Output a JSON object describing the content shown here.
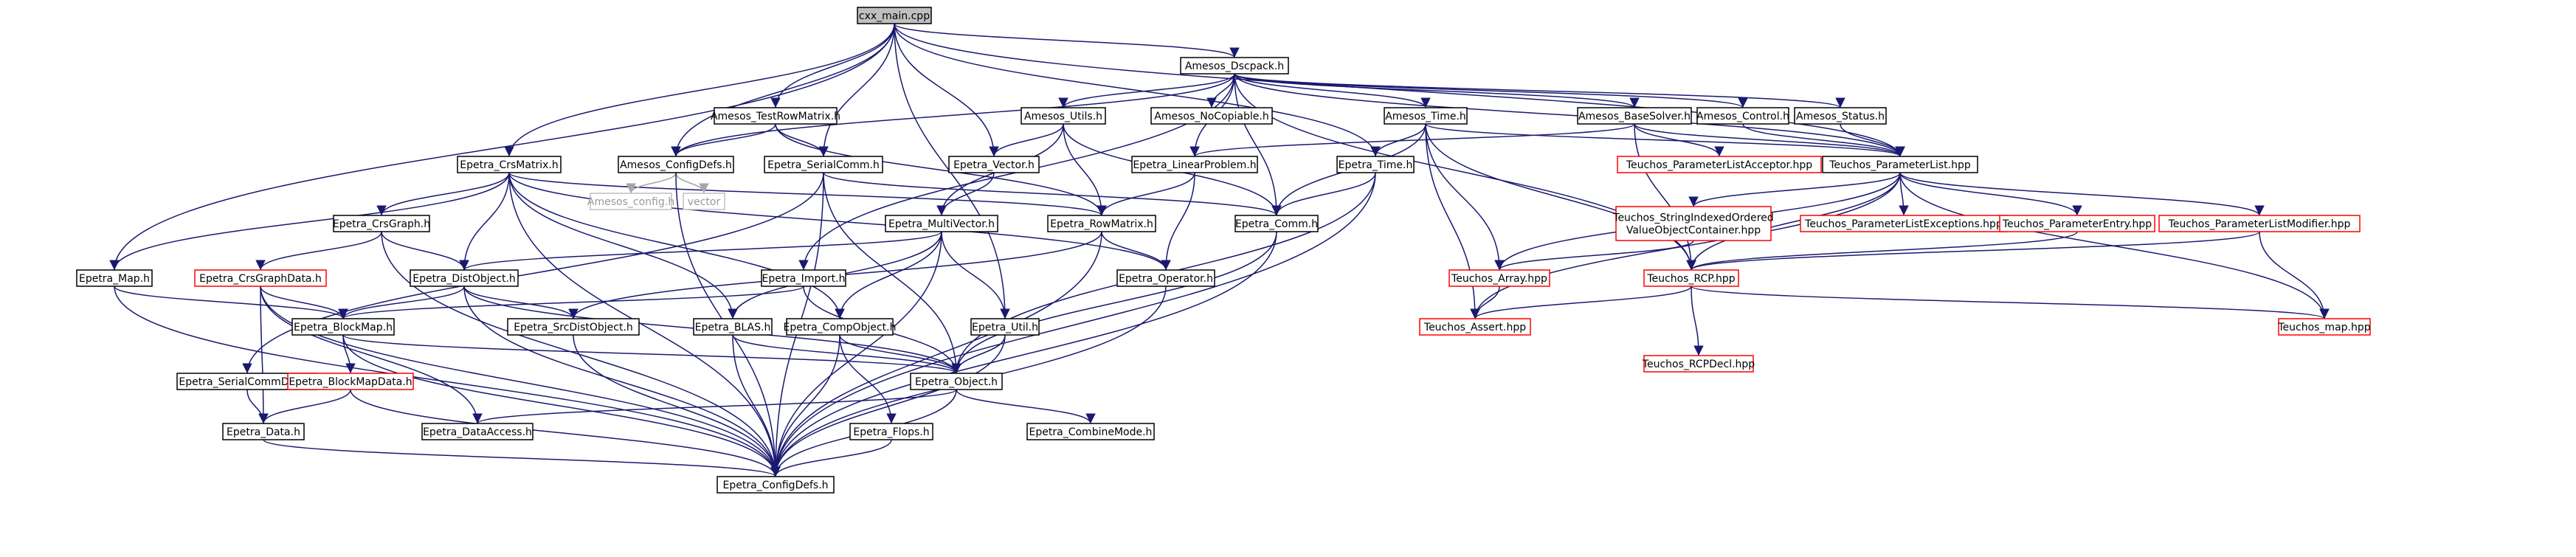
{
  "colors": {
    "edge": "#191970",
    "edge_light": "#a6a6a6",
    "border_black": "#000000",
    "border_red": "#ff0000",
    "border_gray": "#c0c0c0",
    "root_fill": "#bfbfbf",
    "fill": "#ffffff",
    "text": "#000000",
    "text_gray": "#999999"
  },
  "nodes": [
    {
      "id": "cxx_main",
      "label": "cxx_main.cpp",
      "style": "root"
    },
    {
      "id": "amesos_dscpack",
      "label": "Amesos_Dscpack.h",
      "style": "black"
    },
    {
      "id": "amesos_testrowmatrix",
      "label": "Amesos_TestRowMatrix.h",
      "style": "black"
    },
    {
      "id": "amesos_utils",
      "label": "Amesos_Utils.h",
      "style": "black"
    },
    {
      "id": "amesos_nocopiable",
      "label": "Amesos_NoCopiable.h",
      "style": "black"
    },
    {
      "id": "amesos_time",
      "label": "Amesos_Time.h",
      "style": "black"
    },
    {
      "id": "amesos_basesolver",
      "label": "Amesos_BaseSolver.h",
      "style": "black"
    },
    {
      "id": "amesos_control",
      "label": "Amesos_Control.h",
      "style": "black"
    },
    {
      "id": "amesos_status",
      "label": "Amesos_Status.h",
      "style": "black"
    },
    {
      "id": "epetra_crsmatrix",
      "label": "Epetra_CrsMatrix.h",
      "style": "black"
    },
    {
      "id": "amesos_configdefs",
      "label": "Amesos_ConfigDefs.h",
      "style": "black"
    },
    {
      "id": "epetra_serialcomm",
      "label": "Epetra_SerialComm.h",
      "style": "black"
    },
    {
      "id": "epetra_vector",
      "label": "Epetra_Vector.h",
      "style": "black"
    },
    {
      "id": "epetra_linearproblem",
      "label": "Epetra_LinearProblem.h",
      "style": "black"
    },
    {
      "id": "epetra_time",
      "label": "Epetra_Time.h",
      "style": "black"
    },
    {
      "id": "teuchos_parameterlistacceptor",
      "label": "Teuchos_ParameterListAcceptor.hpp",
      "style": "red"
    },
    {
      "id": "teuchos_parameterlist",
      "label": "Teuchos_ParameterList.hpp",
      "style": "black"
    },
    {
      "id": "amesos_config",
      "label": "Amesos_config.h",
      "style": "gray"
    },
    {
      "id": "vector",
      "label": "vector",
      "style": "gray"
    },
    {
      "id": "epetra_crsgraph",
      "label": "Epetra_CrsGraph.h",
      "style": "black"
    },
    {
      "id": "epetra_multivector",
      "label": "Epetra_MultiVector.h",
      "style": "black"
    },
    {
      "id": "epetra_rowmatrix",
      "label": "Epetra_RowMatrix.h",
      "style": "black"
    },
    {
      "id": "epetra_comm",
      "label": "Epetra_Comm.h",
      "style": "black"
    },
    {
      "id": "teuchos_stringindexed",
      "label": "Teuchos_StringIndexedOrdered\nValueObjectContainer.hpp",
      "style": "red"
    },
    {
      "id": "teuchos_parameterlistexceptions",
      "label": "Teuchos_ParameterListExceptions.hpp",
      "style": "red"
    },
    {
      "id": "teuchos_parameterentry",
      "label": "Teuchos_ParameterEntry.hpp",
      "style": "red"
    },
    {
      "id": "teuchos_parameterlistmodifier",
      "label": "Teuchos_ParameterListModifier.hpp",
      "style": "red"
    },
    {
      "id": "epetra_map",
      "label": "Epetra_Map.h",
      "style": "black"
    },
    {
      "id": "epetra_crsgraphdata",
      "label": "Epetra_CrsGraphData.h",
      "style": "red"
    },
    {
      "id": "epetra_distobject",
      "label": "Epetra_DistObject.h",
      "style": "black"
    },
    {
      "id": "epetra_import",
      "label": "Epetra_Import.h",
      "style": "black"
    },
    {
      "id": "epetra_operator",
      "label": "Epetra_Operator.h",
      "style": "black"
    },
    {
      "id": "teuchos_array",
      "label": "Teuchos_Array.hpp",
      "style": "red"
    },
    {
      "id": "teuchos_rcp",
      "label": "Teuchos_RCP.hpp",
      "style": "red"
    },
    {
      "id": "epetra_blockmap",
      "label": "Epetra_BlockMap.h",
      "style": "black"
    },
    {
      "id": "epetra_srcdistobject",
      "label": "Epetra_SrcDistObject.h",
      "style": "black"
    },
    {
      "id": "epetra_blas",
      "label": "Epetra_BLAS.h",
      "style": "black"
    },
    {
      "id": "epetra_compobject",
      "label": "Epetra_CompObject.h",
      "style": "black"
    },
    {
      "id": "epetra_util",
      "label": "Epetra_Util.h",
      "style": "black"
    },
    {
      "id": "teuchos_assert",
      "label": "Teuchos_Assert.hpp",
      "style": "red"
    },
    {
      "id": "teuchos_rcpdecl",
      "label": "Teuchos_RCPDecl.hpp",
      "style": "red"
    },
    {
      "id": "teuchos_map",
      "label": "Teuchos_map.hpp",
      "style": "red"
    },
    {
      "id": "epetra_serialcommdata",
      "label": "Epetra_SerialCommData.h",
      "style": "black"
    },
    {
      "id": "epetra_blockmapdata",
      "label": "Epetra_BlockMapData.h",
      "style": "red"
    },
    {
      "id": "epetra_object",
      "label": "Epetra_Object.h",
      "style": "black"
    },
    {
      "id": "epetra_data",
      "label": "Epetra_Data.h",
      "style": "black"
    },
    {
      "id": "epetra_dataaccess",
      "label": "Epetra_DataAccess.h",
      "style": "black"
    },
    {
      "id": "epetra_flops",
      "label": "Epetra_Flops.h",
      "style": "black"
    },
    {
      "id": "epetra_combinemode",
      "label": "Epetra_CombineMode.h",
      "style": "black"
    },
    {
      "id": "epetra_configdefs",
      "label": "Epetra_ConfigDefs.h",
      "style": "black"
    }
  ],
  "edges": [
    [
      "cxx_main",
      "amesos_dscpack"
    ],
    [
      "cxx_main",
      "epetra_crsmatrix"
    ],
    [
      "cxx_main",
      "amesos_configdefs"
    ],
    [
      "cxx_main",
      "amesos_testrowmatrix"
    ],
    [
      "cxx_main",
      "epetra_serialcomm"
    ],
    [
      "cxx_main",
      "epetra_vector"
    ],
    [
      "cxx_main",
      "epetra_map"
    ],
    [
      "cxx_main",
      "epetra_time"
    ],
    [
      "cxx_main",
      "epetra_util"
    ],
    [
      "cxx_main",
      "teuchos_parameterlist"
    ],
    [
      "amesos_dscpack",
      "amesos_utils"
    ],
    [
      "amesos_dscpack",
      "amesos_nocopiable"
    ],
    [
      "amesos_dscpack",
      "amesos_time"
    ],
    [
      "amesos_dscpack",
      "amesos_basesolver"
    ],
    [
      "amesos_dscpack",
      "amesos_control"
    ],
    [
      "amesos_dscpack",
      "amesos_status"
    ],
    [
      "amesos_dscpack",
      "amesos_configdefs"
    ],
    [
      "amesos_dscpack",
      "epetra_linearproblem"
    ],
    [
      "amesos_dscpack",
      "epetra_comm"
    ],
    [
      "amesos_dscpack",
      "epetra_import"
    ],
    [
      "amesos_dscpack",
      "teuchos_rcp"
    ],
    [
      "amesos_dscpack",
      "teuchos_parameterlist"
    ],
    [
      "amesos_testrowmatrix",
      "amesos_configdefs"
    ],
    [
      "amesos_testrowmatrix",
      "epetra_serialcomm"
    ],
    [
      "amesos_testrowmatrix",
      "epetra_rowmatrix"
    ],
    [
      "amesos_utils",
      "epetra_vector"
    ],
    [
      "amesos_utils",
      "epetra_rowmatrix"
    ],
    [
      "amesos_utils",
      "epetra_comm"
    ],
    [
      "amesos_utils",
      "epetra_multivector"
    ],
    [
      "amesos_time",
      "epetra_time"
    ],
    [
      "amesos_time",
      "epetra_comm"
    ],
    [
      "amesos_time",
      "teuchos_rcp"
    ],
    [
      "amesos_time",
      "teuchos_array"
    ],
    [
      "amesos_time",
      "teuchos_assert"
    ],
    [
      "amesos_time",
      "teuchos_parameterlist"
    ],
    [
      "amesos_basesolver",
      "teuchos_parameterlist"
    ],
    [
      "amesos_basesolver",
      "teuchos_parameterlistacceptor"
    ],
    [
      "amesos_basesolver",
      "epetra_linearproblem"
    ],
    [
      "amesos_basesolver",
      "teuchos_rcp"
    ],
    [
      "amesos_control",
      "teuchos_parameterlist"
    ],
    [
      "amesos_status",
      "teuchos_parameterlist"
    ],
    [
      "epetra_crsmatrix",
      "epetra_crsgraph"
    ],
    [
      "epetra_crsmatrix",
      "epetra_map"
    ],
    [
      "epetra_crsmatrix",
      "epetra_distobject"
    ],
    [
      "epetra_crsmatrix",
      "epetra_rowmatrix"
    ],
    [
      "epetra_crsmatrix",
      "epetra_operator"
    ],
    [
      "epetra_crsmatrix",
      "epetra_compobject"
    ],
    [
      "epetra_crsmatrix",
      "epetra_blas"
    ],
    [
      "epetra_crsmatrix",
      "epetra_configdefs"
    ],
    [
      "amesos_configdefs",
      "amesos_config"
    ],
    [
      "amesos_configdefs",
      "vector"
    ],
    [
      "amesos_configdefs",
      "epetra_configdefs"
    ],
    [
      "epetra_serialcomm",
      "epetra_object"
    ],
    [
      "epetra_serialcomm",
      "epetra_comm"
    ],
    [
      "epetra_serialcomm",
      "epetra_serialcommdata"
    ],
    [
      "epetra_serialcomm",
      "epetra_configdefs"
    ],
    [
      "epetra_vector",
      "epetra_multivector"
    ],
    [
      "epetra_linearproblem",
      "epetra_rowmatrix"
    ],
    [
      "epetra_linearproblem",
      "epetra_operator"
    ],
    [
      "epetra_time",
      "epetra_object"
    ],
    [
      "epetra_time",
      "epetra_comm"
    ],
    [
      "epetra_time",
      "epetra_configdefs"
    ],
    [
      "teuchos_parameterlist",
      "teuchos_parameterlistexceptions"
    ],
    [
      "teuchos_parameterlist",
      "teuchos_parameterentry"
    ],
    [
      "teuchos_parameterlist",
      "teuchos_parameterlistmodifier"
    ],
    [
      "teuchos_parameterlist",
      "teuchos_stringindexed"
    ],
    [
      "teuchos_parameterlist",
      "teuchos_array"
    ],
    [
      "teuchos_parameterlist",
      "teuchos_rcp"
    ],
    [
      "teuchos_parameterlist",
      "teuchos_map"
    ],
    [
      "teuchos_parameterlist",
      "teuchos_assert"
    ],
    [
      "epetra_crsgraph",
      "epetra_distobject"
    ],
    [
      "epetra_crsgraph",
      "epetra_crsgraphdata"
    ],
    [
      "epetra_crsgraph",
      "epetra_configdefs"
    ],
    [
      "epetra_multivector",
      "epetra_distobject"
    ],
    [
      "epetra_multivector",
      "epetra_compobject"
    ],
    [
      "epetra_multivector",
      "epetra_blas"
    ],
    [
      "epetra_multivector",
      "epetra_util"
    ],
    [
      "epetra_multivector",
      "epetra_configdefs"
    ],
    [
      "epetra_rowmatrix",
      "epetra_operator"
    ],
    [
      "epetra_rowmatrix",
      "epetra_srcdistobject"
    ],
    [
      "epetra_rowmatrix",
      "epetra_configdefs"
    ],
    [
      "epetra_comm",
      "epetra_object"
    ],
    [
      "epetra_comm",
      "epetra_configdefs"
    ],
    [
      "teuchos_stringindexed",
      "teuchos_array"
    ],
    [
      "teuchos_parameterentry",
      "teuchos_rcp"
    ],
    [
      "teuchos_parameterlistmodifier",
      "teuchos_rcp"
    ],
    [
      "teuchos_parameterlistmodifier",
      "teuchos_map"
    ],
    [
      "epetra_map",
      "epetra_blockmap"
    ],
    [
      "epetra_map",
      "epetra_configdefs"
    ],
    [
      "epetra_crsgraphdata",
      "epetra_blockmap"
    ],
    [
      "epetra_crsgraphdata",
      "epetra_data"
    ],
    [
      "epetra_crsgraphdata",
      "epetra_dataaccess"
    ],
    [
      "epetra_crsgraphdata",
      "epetra_configdefs"
    ],
    [
      "epetra_distobject",
      "epetra_blockmap"
    ],
    [
      "epetra_distobject",
      "epetra_srcdistobject"
    ],
    [
      "epetra_distobject",
      "epetra_object"
    ],
    [
      "epetra_distobject",
      "epetra_configdefs"
    ],
    [
      "epetra_import",
      "epetra_blockmap"
    ],
    [
      "epetra_import",
      "epetra_object"
    ],
    [
      "epetra_operator",
      "epetra_configdefs"
    ],
    [
      "teuchos_array",
      "teuchos_assert"
    ],
    [
      "teuchos_rcp",
      "teuchos_rcpdecl"
    ],
    [
      "teuchos_rcp",
      "teuchos_assert"
    ],
    [
      "teuchos_rcp",
      "teuchos_map"
    ],
    [
      "epetra_blockmap",
      "epetra_object"
    ],
    [
      "epetra_blockmap",
      "epetra_blockmapdata"
    ],
    [
      "epetra_blockmap",
      "epetra_configdefs"
    ],
    [
      "epetra_srcdistobject",
      "epetra_configdefs"
    ],
    [
      "epetra_blas",
      "epetra_object"
    ],
    [
      "epetra_blas",
      "epetra_configdefs"
    ],
    [
      "epetra_compobject",
      "epetra_object"
    ],
    [
      "epetra_compobject",
      "epetra_flops"
    ],
    [
      "epetra_compobject",
      "epetra_configdefs"
    ],
    [
      "epetra_util",
      "epetra_object"
    ],
    [
      "epetra_util",
      "epetra_configdefs"
    ],
    [
      "epetra_serialcommdata",
      "epetra_data"
    ],
    [
      "epetra_blockmapdata",
      "epetra_data"
    ],
    [
      "epetra_blockmapdata",
      "epetra_configdefs"
    ],
    [
      "epetra_object",
      "epetra_dataaccess"
    ],
    [
      "epetra_object",
      "epetra_combinemode"
    ],
    [
      "epetra_object",
      "epetra_configdefs"
    ],
    [
      "epetra_data",
      "epetra_configdefs"
    ],
    [
      "epetra_flops",
      "epetra_configdefs"
    ]
  ]
}
